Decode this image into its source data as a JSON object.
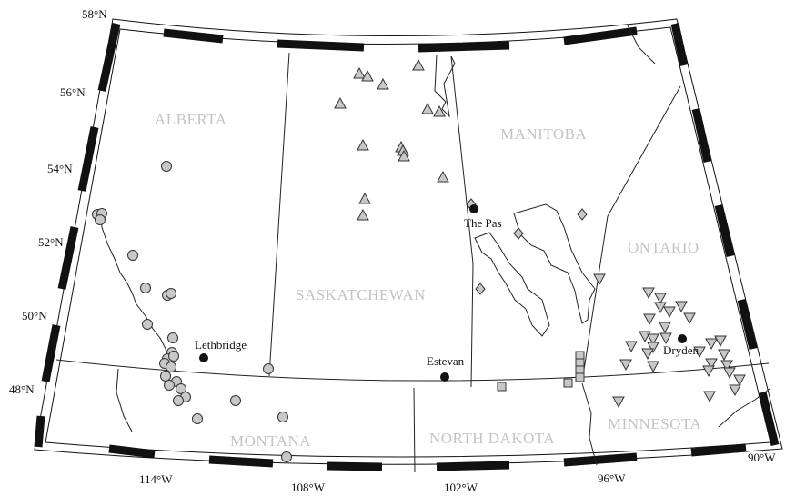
{
  "map": {
    "latitude_labels": [
      "58°N",
      "56°N",
      "54°N",
      "52°N",
      "50°N",
      "48°N"
    ],
    "longitude_labels": [
      "114°W",
      "108°W",
      "102°W",
      "96°W",
      "90°W"
    ],
    "regions": [
      "ALBERTA",
      "SASKATCHEWAN",
      "MANITOBA",
      "ONTARIO",
      "MONTANA",
      "NORTH DAKOTA",
      "MINNESOTA"
    ],
    "cities": [
      "Lethbridge",
      "Estevan",
      "The Pas",
      "Dryden"
    ],
    "symbol_groups": [
      {
        "shape": "circle",
        "fill": "#c8c8c8",
        "area": "Alberta / Montana"
      },
      {
        "shape": "triangle-up",
        "fill": "#c8c8c8",
        "area": "Saskatchewan"
      },
      {
        "shape": "diamond",
        "fill": "#c8c8c8",
        "area": "Manitoba"
      },
      {
        "shape": "square",
        "fill": "#c8c8c8",
        "area": "US border"
      },
      {
        "shape": "triangle-down",
        "fill": "#c8c8c8",
        "area": "Ontario / Minnesota"
      }
    ],
    "colors": {
      "frame_dark": "#111111",
      "frame_light": "#ffffff",
      "symbol_fill": "#c8c8c8",
      "region_label": "#c4c4c4"
    }
  }
}
